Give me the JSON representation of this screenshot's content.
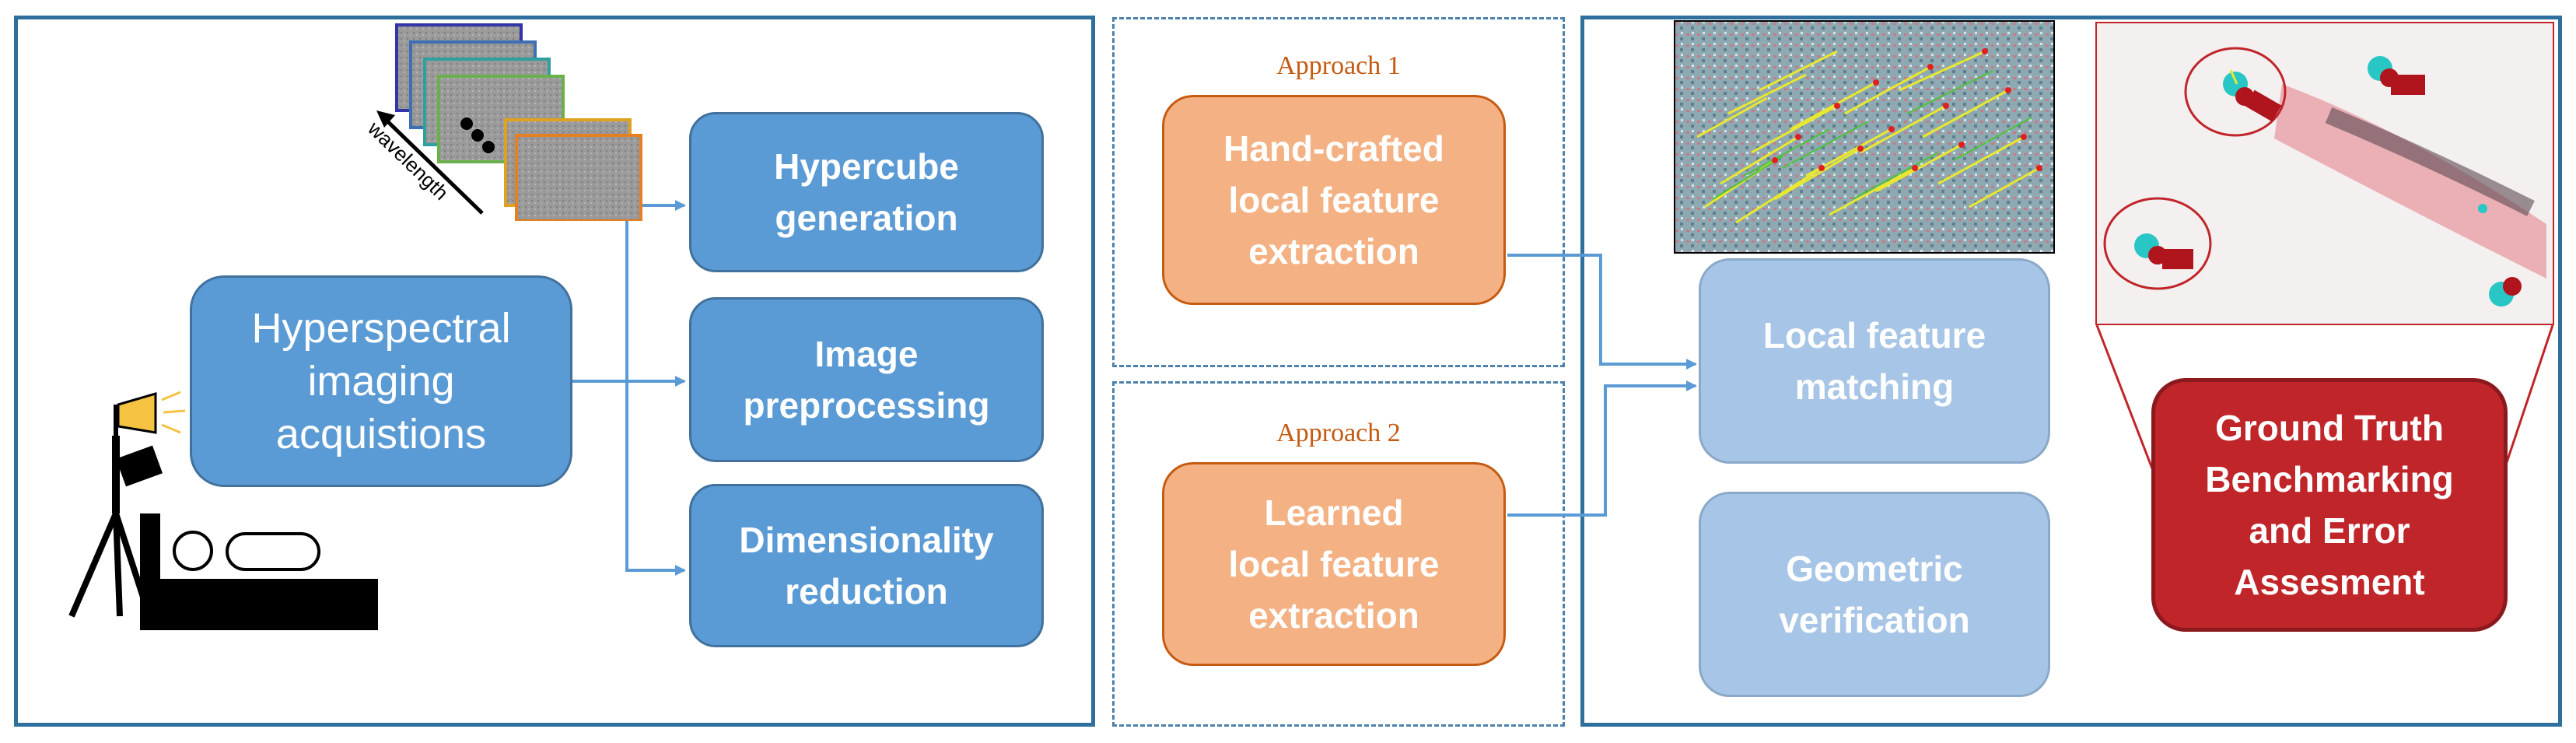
{
  "colors": {
    "panel_border": "#2e6f9e",
    "blue_box": "#5b9bd5",
    "orange_box": "#f4b183",
    "light_blue_box": "#a7c5e6",
    "red_box": "#c0252a",
    "approach_text": "#c55a11",
    "connector": "#5b9bd5"
  },
  "left_panel": {
    "icons": [
      "camera-on-tripod-icon",
      "lamp-icon",
      "sample-stage-icon",
      "hyperspectral-image-stack-icon"
    ],
    "wavelength_label": "wavelength",
    "acquisition_box": "Hyperspectral\nimaging\nacquistions",
    "steps": [
      "Hypercube\ngeneration",
      "Image\npreprocessing",
      "Dimensionality\nreduction"
    ]
  },
  "middle_panel": {
    "approach1_label": "Approach 1",
    "approach1_box": "Hand-crafted\nlocal feature\nextraction",
    "approach2_label": "Approach 2",
    "approach2_box": "Learned\nlocal feature\nextraction"
  },
  "right_panel": {
    "matching_box": "Local feature\nmatching",
    "verification_box": "Geometric\nverification",
    "benchmark_box": "Ground Truth\nBenchmarking\nand Error\nAssesment",
    "images": [
      "feature-matches-image",
      "ground-truth-overlay-image"
    ]
  }
}
